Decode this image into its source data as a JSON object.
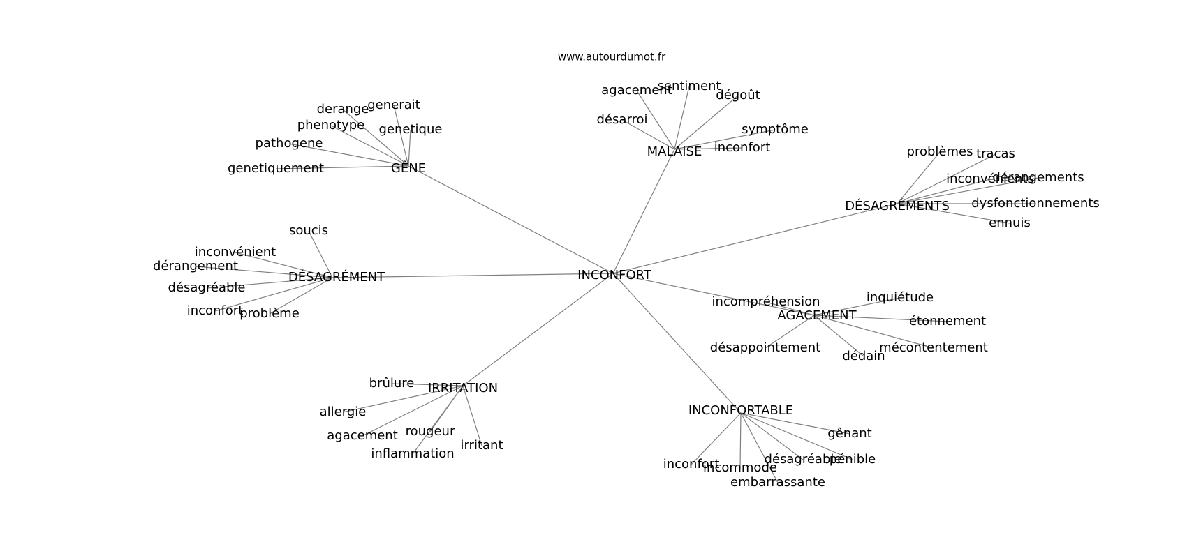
{
  "source_label": "www.autourdumot.fr",
  "graph": {
    "center": {
      "id": "inconfort",
      "label": "INCONFORT"
    },
    "hubs": [
      {
        "id": "gene",
        "label": "GÊNE",
        "leaves": [
          {
            "id": "gene-derange",
            "label": "derange"
          },
          {
            "id": "gene-generait",
            "label": "generait"
          },
          {
            "id": "gene-phenotype",
            "label": "phenotype"
          },
          {
            "id": "gene-genetique",
            "label": "genetique"
          },
          {
            "id": "gene-pathogene",
            "label": "pathogene"
          },
          {
            "id": "gene-genetiquement",
            "label": "genetiquement"
          }
        ]
      },
      {
        "id": "malaise",
        "label": "MALAISE",
        "leaves": [
          {
            "id": "malaise-agacement",
            "label": "agacement"
          },
          {
            "id": "malaise-sentiment",
            "label": "sentiment"
          },
          {
            "id": "malaise-degout",
            "label": "dégoût"
          },
          {
            "id": "malaise-desarroi",
            "label": "désarroi"
          },
          {
            "id": "malaise-symptome",
            "label": "symptôme"
          },
          {
            "id": "malaise-inconfort",
            "label": "inconfort"
          }
        ]
      },
      {
        "id": "desagrements",
        "label": "DÉSAGRÉMENTS",
        "leaves": [
          {
            "id": "desagrements-problemes",
            "label": "problèmes"
          },
          {
            "id": "desagrements-tracas",
            "label": "tracas"
          },
          {
            "id": "desagrements-inconvenients",
            "label": "inconvénients"
          },
          {
            "id": "desagrements-derangements",
            "label": "dérangements"
          },
          {
            "id": "desagrements-dysfonctionnements",
            "label": "dysfonctionnements"
          },
          {
            "id": "desagrements-ennuis",
            "label": "ennuis"
          }
        ]
      },
      {
        "id": "desagrement",
        "label": "DÉSAGRÉMENT",
        "leaves": [
          {
            "id": "desagrement-soucis",
            "label": "soucis"
          },
          {
            "id": "desagrement-inconvenient",
            "label": "inconvénient"
          },
          {
            "id": "desagrement-derangement",
            "label": "dérangement"
          },
          {
            "id": "desagrement-desagreable",
            "label": "désagréable"
          },
          {
            "id": "desagrement-inconfort",
            "label": "inconfort"
          },
          {
            "id": "desagrement-probleme",
            "label": "problème"
          }
        ]
      },
      {
        "id": "agacement",
        "label": "AGACEMENT",
        "leaves": [
          {
            "id": "agacement-incomprehension",
            "label": "incompréhension"
          },
          {
            "id": "agacement-inquietude",
            "label": "inquiétude"
          },
          {
            "id": "agacement-etonnement",
            "label": "étonnement"
          },
          {
            "id": "agacement-desappointement",
            "label": "désappointement"
          },
          {
            "id": "agacement-dedain",
            "label": "dédain"
          },
          {
            "id": "agacement-mecontentement",
            "label": "mécontentement"
          }
        ]
      },
      {
        "id": "irritation",
        "label": "IRRITATION",
        "leaves": [
          {
            "id": "irritation-brulure",
            "label": "brûlure"
          },
          {
            "id": "irritation-allergie",
            "label": "allergie"
          },
          {
            "id": "irritation-agacement",
            "label": "agacement"
          },
          {
            "id": "irritation-rougeur",
            "label": "rougeur"
          },
          {
            "id": "irritation-irritant",
            "label": "irritant"
          },
          {
            "id": "irritation-inflammation",
            "label": "inflammation"
          }
        ]
      },
      {
        "id": "inconfortable",
        "label": "INCONFORTABLE",
        "leaves": [
          {
            "id": "inconfortable-genant",
            "label": "gênant"
          },
          {
            "id": "inconfortable-penible",
            "label": "pénible"
          },
          {
            "id": "inconfortable-desagreable",
            "label": "désagréable"
          },
          {
            "id": "inconfortable-inconfort",
            "label": "inconfort"
          },
          {
            "id": "inconfortable-incommode",
            "label": "incommode"
          },
          {
            "id": "inconfortable-embarrassante",
            "label": "embarrassante"
          }
        ]
      }
    ]
  }
}
